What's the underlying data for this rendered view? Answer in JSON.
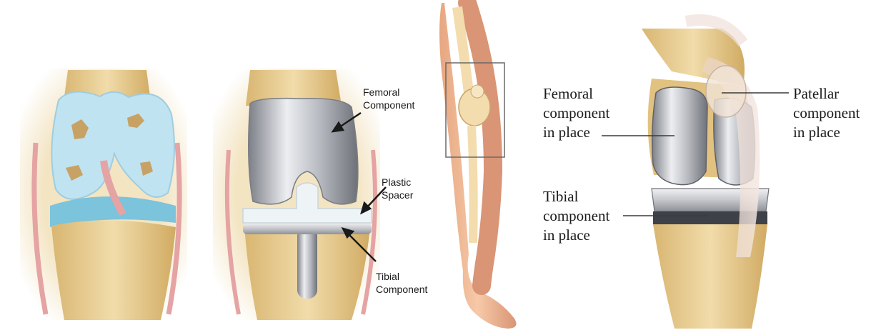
{
  "panel_left": {
    "femoral_label": "Femoral\nComponent",
    "spacer_label": "Plastic\nSpacer",
    "tibial_label": "Tibial\nComponent"
  },
  "panel_right": {
    "femoral_label": "Femoral\ncomponent\nin place",
    "tibial_label": "Tibial\ncomponent\nin place",
    "patellar_label": "Patellar\ncomponent\nin place"
  },
  "colors": {
    "bone": "#e6c98a",
    "cartilage": "#bfe3f0",
    "metal": "#c9cbd0",
    "ligament": "#e5a3a3"
  }
}
